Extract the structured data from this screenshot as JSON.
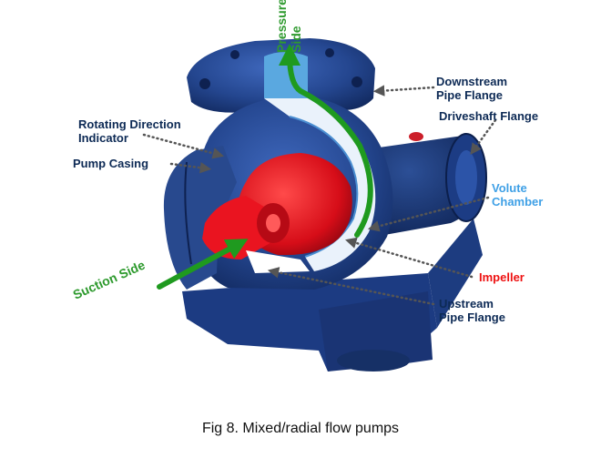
{
  "labels": {
    "downstream_pipe_flange": "Downstream\nPipe Flange",
    "driveshaft_flange": "Driveshaft Flange",
    "rotating_direction_indicator": "Rotating Direction\nIndicator",
    "pump_casing": "Pump Casing",
    "volute_chamber": "Volute\nChamber",
    "impeller": "Impeller",
    "upstream_pipe_flange": "Upstream\nPipe Flange",
    "pressure_side_line1": "Pressure",
    "pressure_side_line2": "Side",
    "suction_side": "Suction Side"
  },
  "caption": "Fig 8. Mixed/radial flow pumps",
  "colors": {
    "casing_blue": "#2a4e9e",
    "casing_dark": "#16306e",
    "impeller_red": "#e0101c",
    "flow_green": "#1f9a1f",
    "label_dark": "#0d2a55",
    "label_blue": "#3fa0e6",
    "label_red": "#ee1111"
  }
}
